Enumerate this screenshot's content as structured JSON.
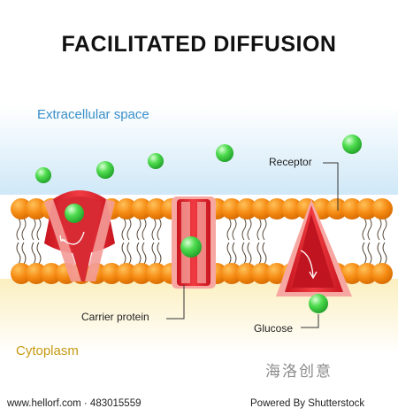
{
  "title": "FACILITATED DIFFUSION",
  "regions": {
    "extracellular": "Extracellular space",
    "cytoplasm": "Cytoplasm"
  },
  "labels": {
    "receptor": "Receptor",
    "carrier_protein": "Carrier protein",
    "glucose": "Glucose"
  },
  "watermark": "海洛创意",
  "footer": {
    "left": "www.hellorf.com · 483015559",
    "right": "Powered By Shutterstock"
  },
  "colors": {
    "membrane_head": "#f08a10",
    "protein": "#e4323a",
    "protein_inner": "#f5a3a0",
    "glucose": "#3ed143",
    "extracellular_bg": "#d6ecf8",
    "cytoplasm_bg": "#fcf2c8"
  }
}
